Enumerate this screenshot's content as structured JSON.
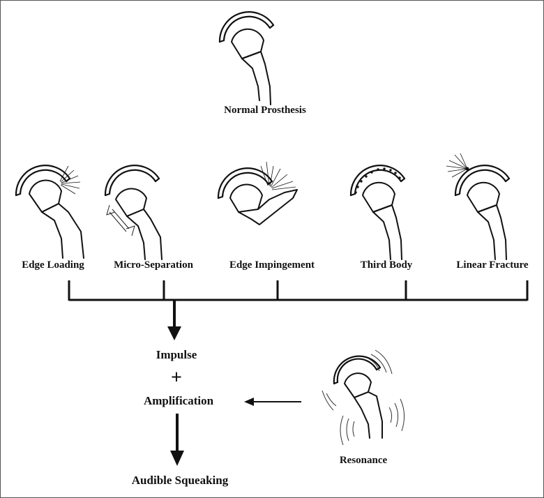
{
  "colors": {
    "line": "#111111",
    "background": "#ffffff",
    "frame": "#555555"
  },
  "top": {
    "label": "Normal Prosthesis"
  },
  "mechanisms": [
    {
      "id": "edge-loading",
      "label": "Edge Loading"
    },
    {
      "id": "micro-separation",
      "label": "Micro-Separation"
    },
    {
      "id": "edge-impingement",
      "label": "Edge Impingement"
    },
    {
      "id": "third-body",
      "label": "Third Body"
    },
    {
      "id": "linear-fracture",
      "label": "Linear Fracture"
    }
  ],
  "flow": {
    "impulse": "Impulse",
    "plus": "+",
    "amplification": "Amplification",
    "result": "Audible Squeaking"
  },
  "resonance": {
    "label": "Resonance"
  }
}
